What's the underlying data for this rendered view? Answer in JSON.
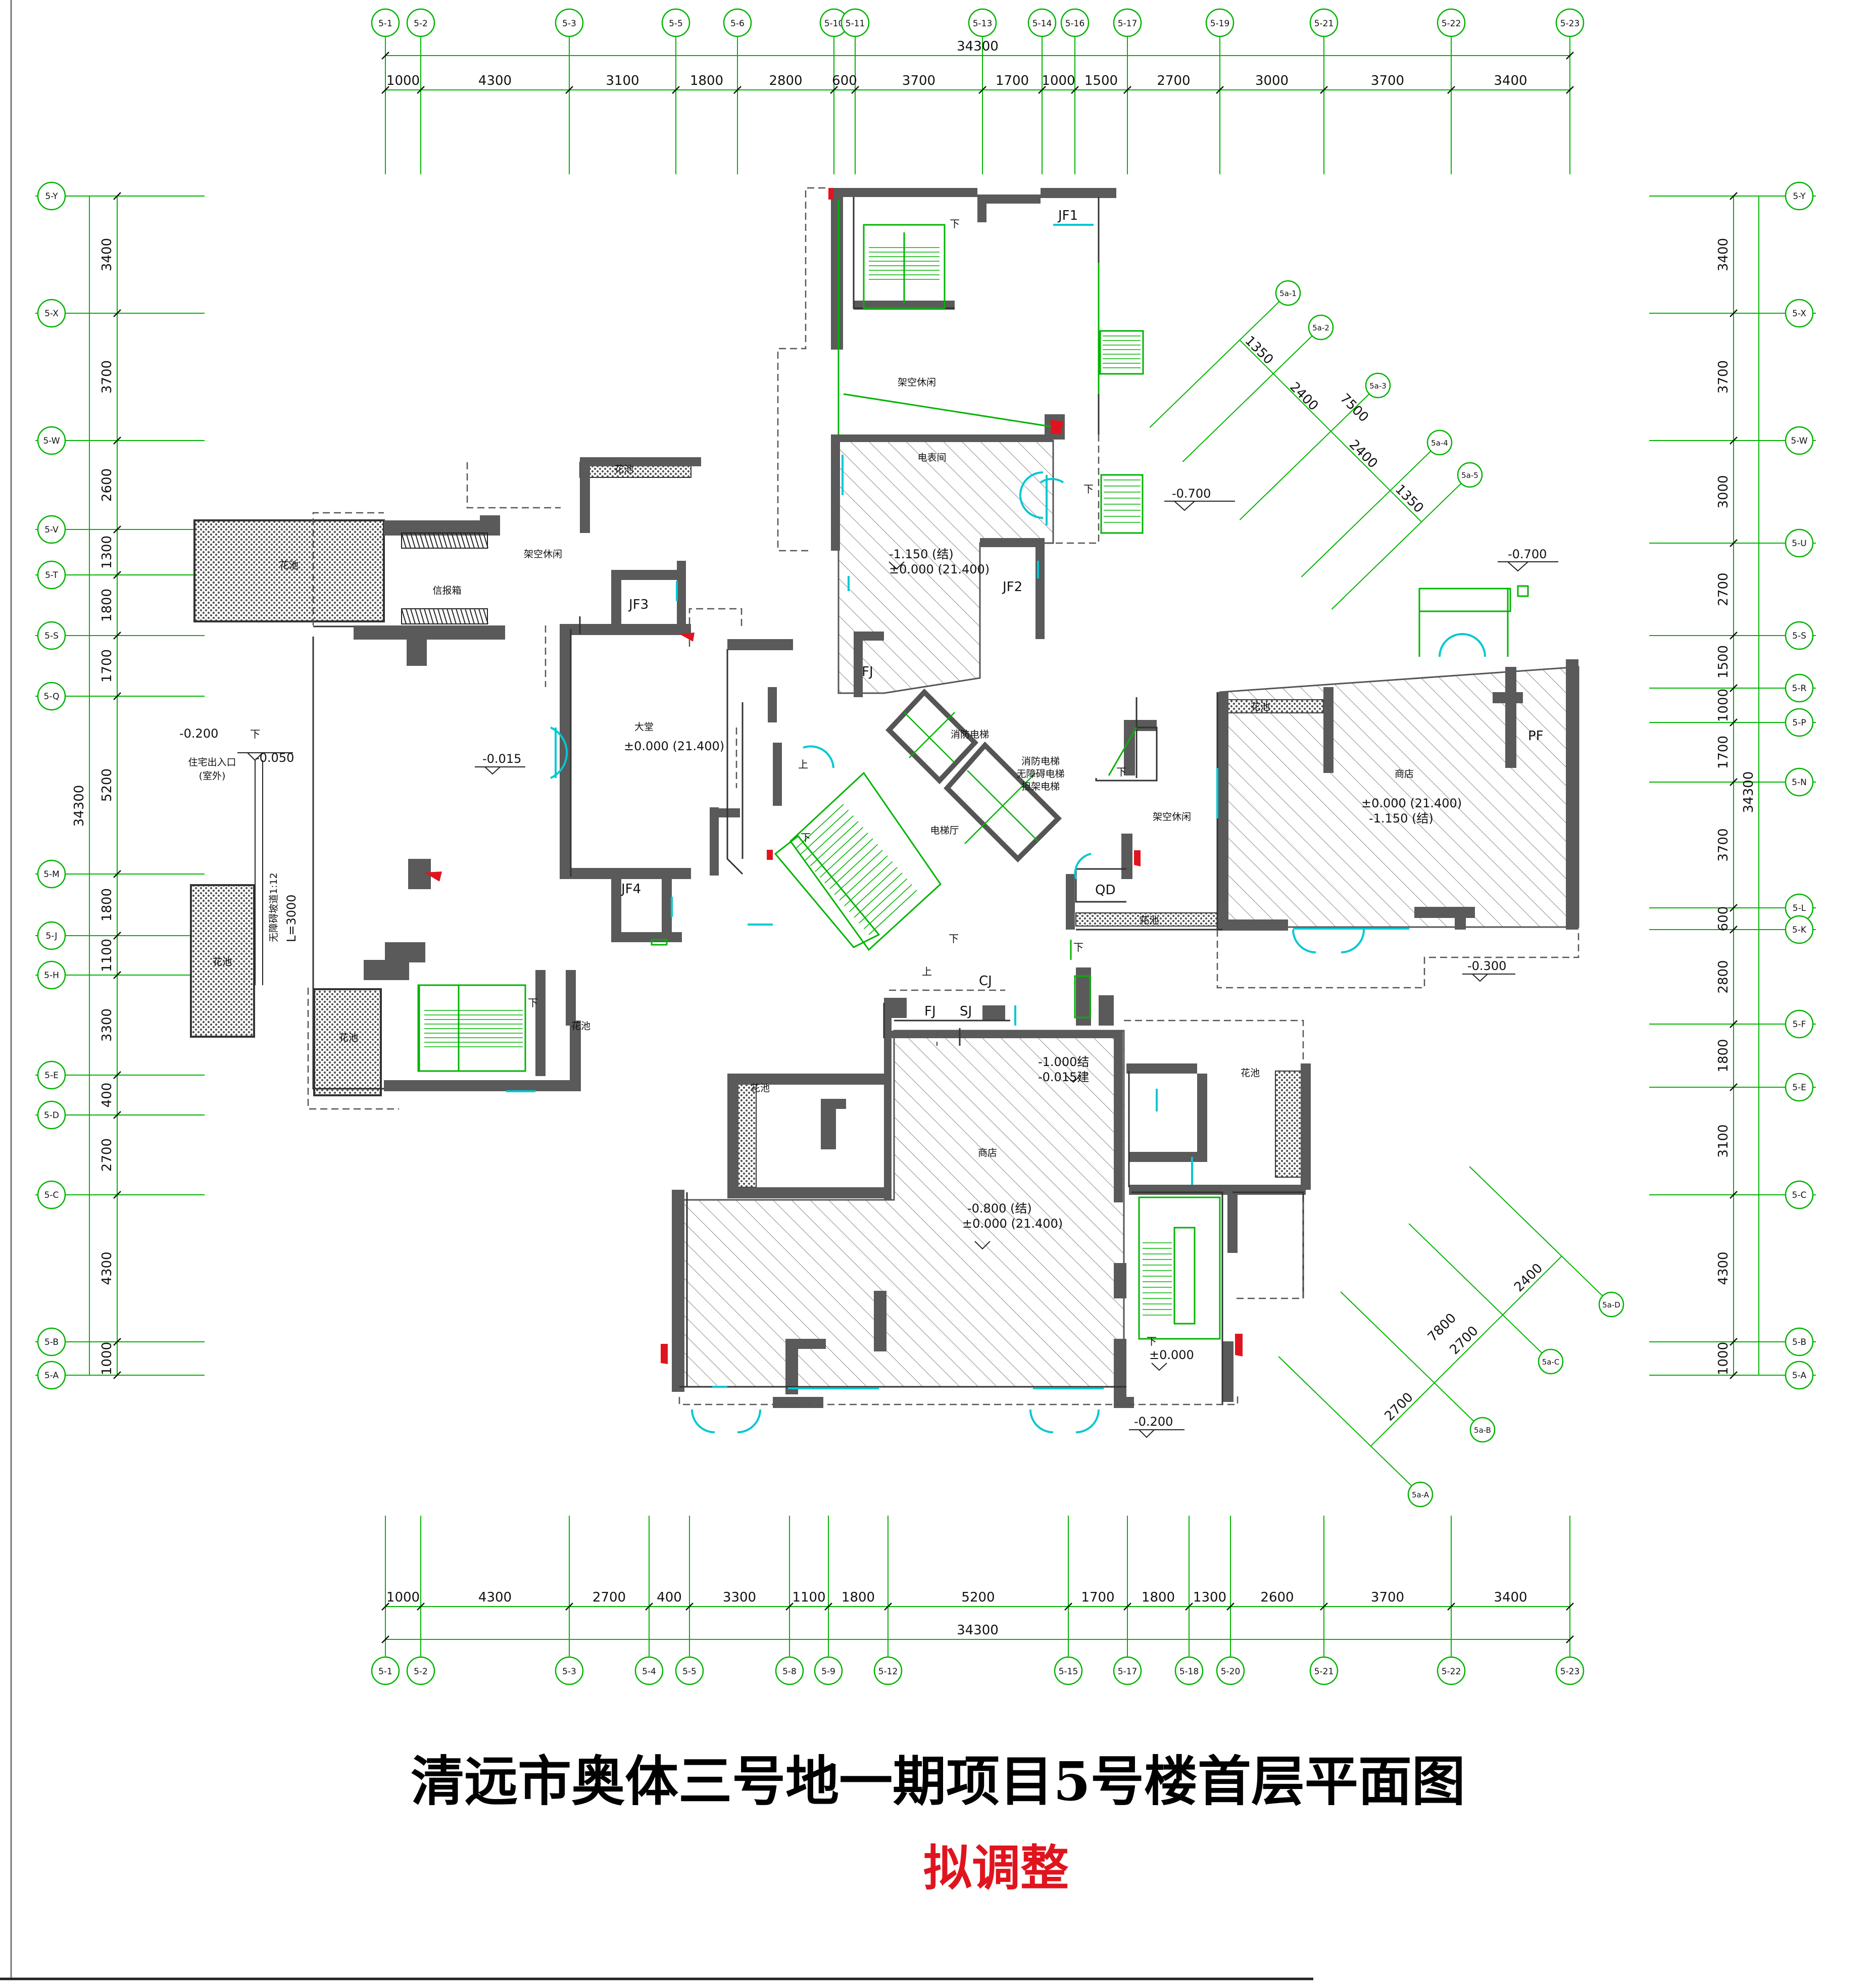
{
  "title": "清远市奥体三号地一期项目5号楼首层平面图",
  "subtitle": "拟调整",
  "colors": {
    "grid": "#00b400",
    "wall": "#555555",
    "hatch": "#888888",
    "window": "#00c8d2",
    "marker": "#e0141e",
    "text": "#111111"
  },
  "grid_top": {
    "bubbles": [
      "5-1",
      "5-2",
      "5-3",
      "5-5",
      "5-6",
      "5-10",
      "5-11",
      "5-13",
      "5-14",
      "5-16",
      "5-17",
      "5-19",
      "5-21",
      "5-22",
      "5-23"
    ],
    "spacings": [
      "1000",
      "4300",
      "3100",
      "1800",
      "2800",
      "600",
      "3700",
      "1700",
      "1000",
      "1500",
      "2700",
      "3000",
      "3700",
      "3400"
    ],
    "total": "34300"
  },
  "grid_bottom": {
    "bubbles": [
      "5-1",
      "5-2",
      "5-3",
      "5-4",
      "5-5",
      "5-8",
      "5-9",
      "5-12",
      "5-15",
      "5-17",
      "5-18",
      "5-20",
      "5-21",
      "5-22",
      "5-23"
    ],
    "spacings": [
      "1000",
      "4300",
      "2700",
      "400",
      "3300",
      "1100",
      "1800",
      "5200",
      "1700",
      "1800",
      "1300",
      "2600",
      "3700",
      "3400"
    ],
    "total": "34300"
  },
  "grid_left": {
    "bubbles": [
      "5-Y",
      "5-X",
      "5-W",
      "5-V",
      "5-T",
      "5-S",
      "5-Q",
      "5-M",
      "5-J",
      "5-H",
      "5-E",
      "5-D",
      "5-C",
      "5-B",
      "5-A"
    ],
    "spacings": [
      "3400",
      "3700",
      "2600",
      "1300",
      "1800",
      "1700",
      "5200",
      "1800",
      "1100",
      "3300",
      "400",
      "2700",
      "4300",
      "1000"
    ],
    "total": "34300"
  },
  "grid_right": {
    "bubbles": [
      "5-Y",
      "5-X",
      "5-W",
      "5-U",
      "5-S",
      "5-R",
      "5-P",
      "5-N",
      "5-L",
      "5-K",
      "5-F",
      "5-E",
      "5-C",
      "5-B",
      "5-A"
    ],
    "spacings": [
      "3400",
      "3700",
      "3000",
      "2700",
      "1500",
      "1000",
      "1700",
      "3700",
      "600",
      "2800",
      "1800",
      "3100",
      "4300",
      "1000"
    ],
    "total": "34300"
  },
  "grid_ne": {
    "bubbles": [
      "5a-1",
      "5a-2",
      "5a-3",
      "5a-4",
      "5a-5"
    ],
    "spacings": [
      "1350",
      "2400",
      "2400",
      "1350"
    ],
    "total": "7500"
  },
  "grid_se": {
    "bubbles": [
      "5a-A",
      "5a-B",
      "5a-C",
      "5a-D"
    ],
    "spacings": [
      "2700",
      "2700",
      "2400"
    ],
    "total": "7800"
  },
  "rooms": {
    "jiakong_n": "架空休闲",
    "dianbiao": "电表间",
    "jiakong_w": "架空休闲",
    "xinbaoxiang": "信报箱",
    "huachi": "花池",
    "dating": "大堂",
    "dating_elev": "±0.000 (21.400)",
    "tihting": "电梯厅",
    "xiaofang": "消防电梯",
    "xiaofang2": "消防电梯",
    "wuzhangai": "无障碍电梯",
    "danjia": "担架电梯",
    "jiakong_e": "架空休闲",
    "shop_e": "商店",
    "shop_e_elev1": "±0.000 (21.400)",
    "shop_e_elev2": "-1.150 (结)",
    "shop_s": "商店",
    "shop_s_elev1": "-0.800 (结)",
    "shop_s_elev2": "±0.000 (21.400)",
    "dianbiao_elev1": "-1.150 (结)",
    "dianbiao_elev2": "±0.000 (21.400)",
    "entry": "住宅出入口",
    "entry2": "(室外)",
    "ramp1": "无障碍坡道1:12",
    "ramp2": "L=3000",
    "lv_m0700a": "-0.700",
    "lv_m0700b": "-0.700",
    "lv_m0200a": "-0.200",
    "lv_m0050": "-0.050",
    "lv_m0015": "-0.015",
    "lv_m0300": "-0.300",
    "lv_m0200b": "-0.200",
    "lv_000": "±0.000",
    "lv_m1000": "-1.000结",
    "lv_m0015b": "-0.015建",
    "jf1": "JF1",
    "jf2": "JF2",
    "jf3": "JF3",
    "jf4": "JF4",
    "fj1": "FJ",
    "fj2": "FJ",
    "sj": "SJ",
    "cj": "CJ",
    "pf": "PF",
    "qd": "QD",
    "up": "上",
    "down": "下"
  }
}
